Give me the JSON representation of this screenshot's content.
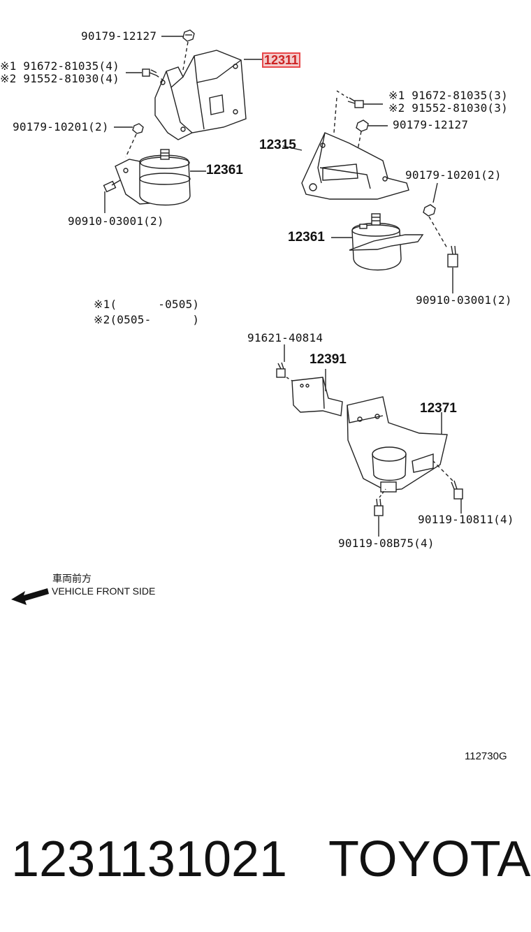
{
  "labels": {
    "l1": "90179-12127",
    "l2": "※1 91672-81035(4)",
    "l3": "※2 91552-81030(4)",
    "l4": "12311",
    "l5": "90179-10201(2)",
    "l6": "12361",
    "l7": "90910-03001(2)",
    "r1": "※1 91672-81035(3)",
    "r2": "※2 91552-81030(3)",
    "r3": "90179-12127",
    "r4": "12315",
    "r5": "90179-10201(2)",
    "r6": "12361",
    "r7": "90910-03001(2)",
    "n1": "※1(      -0505)",
    "n2": "※2(0505-      )",
    "b1": "91621-40814",
    "b2": "12391",
    "b3": "12371",
    "b4": "90119-10811(4)",
    "b5": "90119-08B75(4)"
  },
  "direction": {
    "jp": "車両前方",
    "en": "VEHICLE FRONT SIDE"
  },
  "diagram_code": "112730G",
  "footer": {
    "part_number": "1231131021",
    "brand": "TOYOTA"
  }
}
